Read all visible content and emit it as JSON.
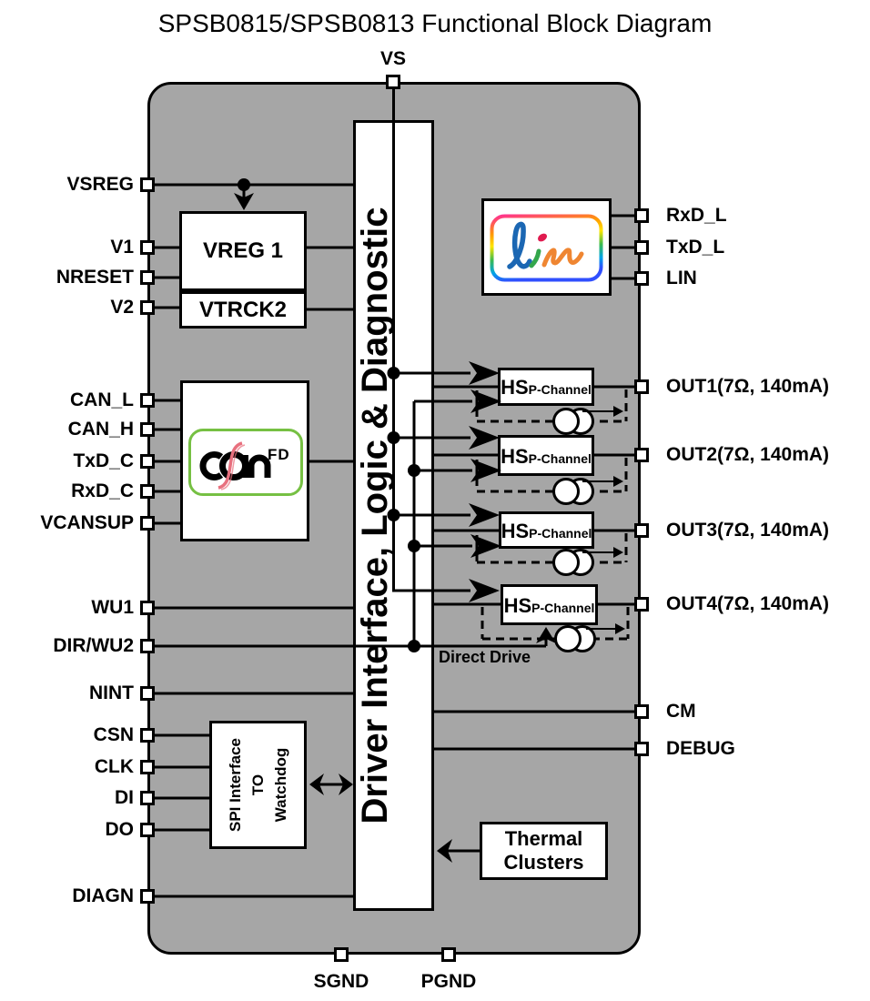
{
  "title": "SPSB0815/SPSB0813 Functional Block Diagram",
  "colors": {
    "chip_fill": "#a6a6a6",
    "line": "#000000",
    "can_green": "#76c043",
    "can_swoosh_red": "#e8707e",
    "lin_blue": "#1b67b3",
    "lin_green": "#33a64c",
    "lin_dot_red": "#e01a4f",
    "lin_orange": "#ef8632"
  },
  "pins": {
    "top": [
      "VS"
    ],
    "left": [
      "VSREG",
      "V1",
      "NRESET",
      "V2",
      "CAN_L",
      "CAN_H",
      "TxD_C",
      "RxD_C",
      "VCANSUP",
      "WU1",
      "DIR/WU2",
      "NINT",
      "CSN",
      "CLK",
      "DI",
      "DO",
      "DIAGN"
    ],
    "right": [
      "RxD_L",
      "TxD_L",
      "LIN",
      "OUT1(7Ω, 140mA)",
      "OUT2(7Ω, 140mA)",
      "OUT3(7Ω, 140mA)",
      "OUT4(7Ω, 140mA)",
      "CM",
      "DEBUG"
    ],
    "bottom": [
      "SGND",
      "PGND"
    ]
  },
  "blocks": {
    "driver": "Driver Interface, Logic & Diagnostic",
    "vreg1": "VREG 1",
    "vtrck2": "VTRCK2",
    "spi_lines": [
      "SPI Interface",
      "TO",
      "Watchdog"
    ],
    "thermal_lines": [
      "Thermal",
      "Clusters"
    ],
    "hs_channel": {
      "title": "HS",
      "subtitle": "P-Channel"
    },
    "can_logo": {
      "fd": "FD"
    }
  },
  "annotations": {
    "direct_drive": "Direct Drive"
  }
}
